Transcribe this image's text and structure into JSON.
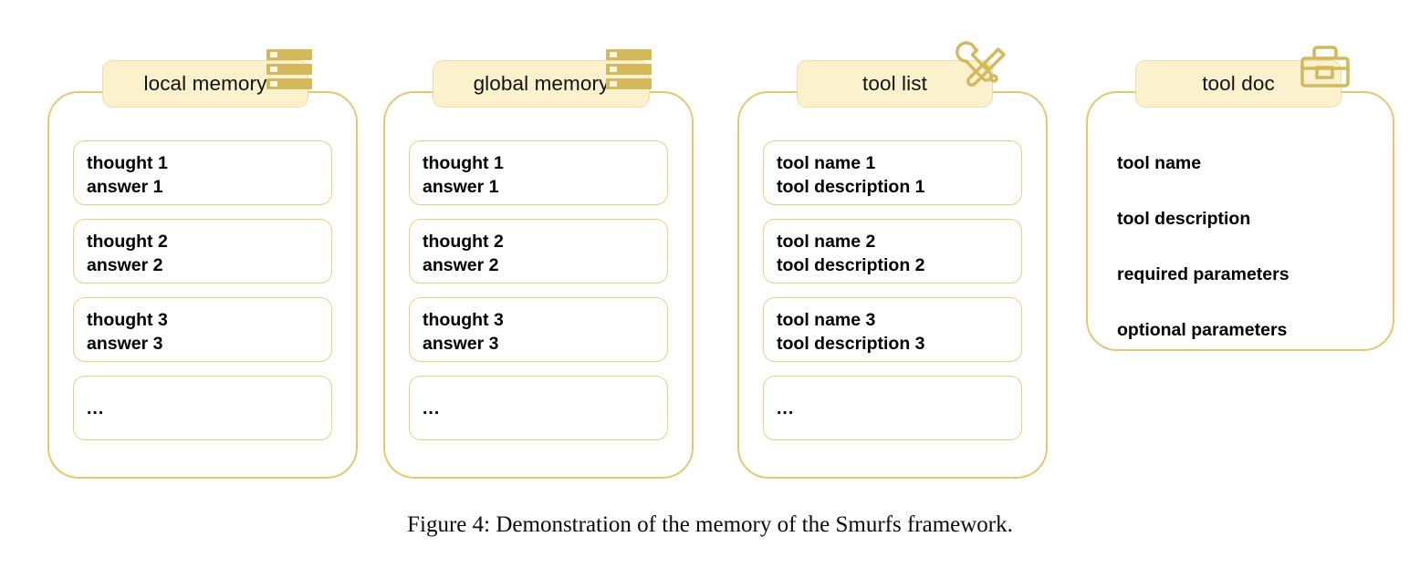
{
  "figure": {
    "caption": "Figure 4: Demonstration of the memory of the Smurfs framework.",
    "palette": {
      "panel_border": "#e3c870",
      "card_border": "#eacf82",
      "tab_background": "#fcf1cd",
      "tab_border": "#eddda5",
      "icon_color": "#d3b85c",
      "text": "#000000",
      "page_background": "#ffffff"
    }
  },
  "panels": [
    {
      "id": "local-memory",
      "title": "local memory",
      "icon": "server-icon",
      "layout": "cards",
      "cards": [
        {
          "lines": [
            "thought 1",
            "answer 1"
          ]
        },
        {
          "lines": [
            "thought 2",
            "answer 2"
          ]
        },
        {
          "lines": [
            "thought 3",
            "answer 3"
          ]
        },
        {
          "lines": [
            "..."
          ]
        }
      ]
    },
    {
      "id": "global-memory",
      "title": "global memory",
      "icon": "server-icon",
      "layout": "cards",
      "cards": [
        {
          "lines": [
            "thought 1",
            "answer 1"
          ]
        },
        {
          "lines": [
            "thought 2",
            "answer 2"
          ]
        },
        {
          "lines": [
            "thought 3",
            "answer 3"
          ]
        },
        {
          "lines": [
            "..."
          ]
        }
      ]
    },
    {
      "id": "tool-list",
      "title": "tool list",
      "icon": "tools-icon",
      "layout": "cards",
      "cards": [
        {
          "lines": [
            "tool name 1",
            "tool description 1"
          ]
        },
        {
          "lines": [
            "tool name 2",
            "tool description 2"
          ]
        },
        {
          "lines": [
            "tool name 3",
            "tool description 3"
          ]
        },
        {
          "lines": [
            "..."
          ]
        }
      ]
    },
    {
      "id": "tool-doc",
      "title": "tool doc",
      "icon": "toolbox-icon",
      "layout": "text-list",
      "items": [
        "tool name",
        "tool description",
        "required parameters",
        "optional parameters"
      ]
    }
  ]
}
